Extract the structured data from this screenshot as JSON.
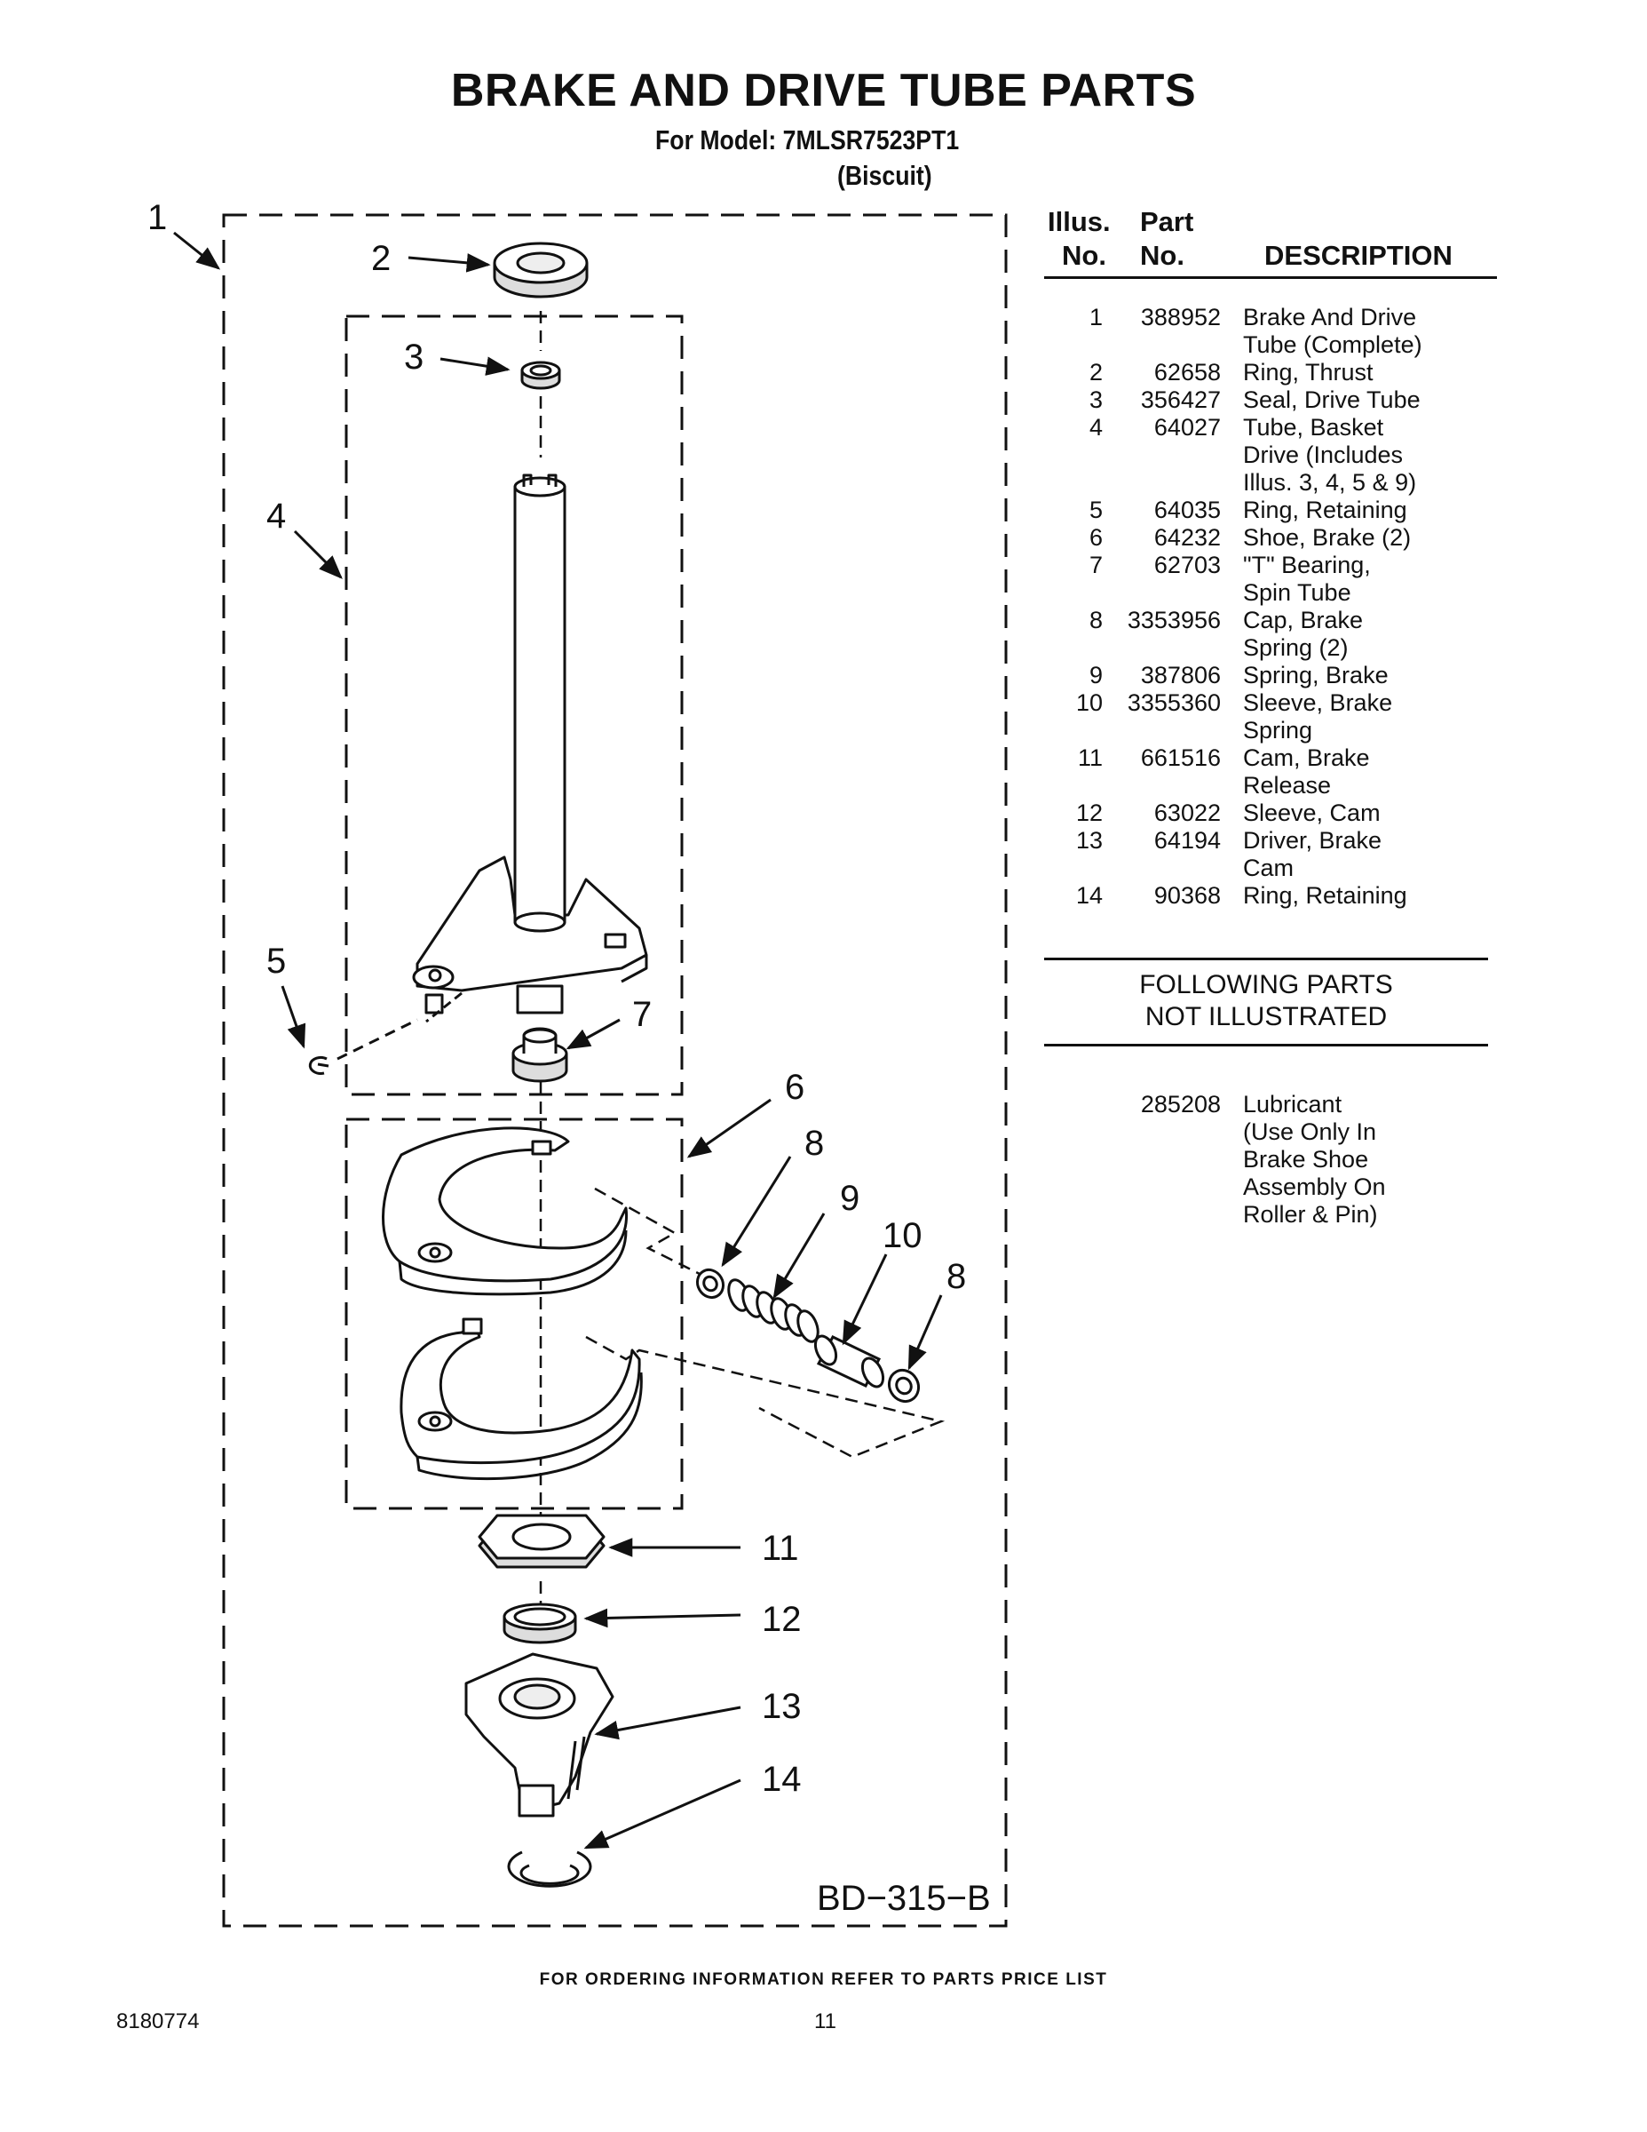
{
  "header": {
    "title": "BRAKE AND DRIVE TUBE PARTS",
    "model_line": "For Model: 7MLSR7523PT1",
    "color_line": "(Biscuit)"
  },
  "diagram": {
    "callouts": [
      "1",
      "2",
      "3",
      "4",
      "5",
      "6",
      "7",
      "8",
      "9",
      "10",
      "8",
      "11",
      "12",
      "13",
      "14"
    ],
    "code": "BD−315−B"
  },
  "table": {
    "col_illus": [
      "Illus.",
      "No."
    ],
    "col_part": [
      "Part",
      "No."
    ],
    "col_desc": "DESCRIPTION",
    "rows": [
      {
        "illus": "1",
        "part": "388952",
        "desc": [
          "Brake And Drive",
          "Tube (Complete)"
        ]
      },
      {
        "illus": "2",
        "part": "62658",
        "desc": [
          "Ring, Thrust"
        ]
      },
      {
        "illus": "3",
        "part": "356427",
        "desc": [
          "Seal, Drive Tube"
        ]
      },
      {
        "illus": "4",
        "part": "64027",
        "desc": [
          "Tube, Basket",
          "Drive (Includes",
          "Illus. 3, 4, 5 & 9)"
        ]
      },
      {
        "illus": "5",
        "part": "64035",
        "desc": [
          "Ring, Retaining"
        ]
      },
      {
        "illus": "6",
        "part": "64232",
        "desc": [
          "Shoe, Brake (2)"
        ]
      },
      {
        "illus": "7",
        "part": "62703",
        "desc": [
          "\"T\" Bearing,",
          "Spin Tube"
        ]
      },
      {
        "illus": "8",
        "part": "3353956",
        "desc": [
          "Cap, Brake",
          "Spring (2)"
        ]
      },
      {
        "illus": "9",
        "part": "387806",
        "desc": [
          "Spring, Brake"
        ]
      },
      {
        "illus": "10",
        "part": "3355360",
        "desc": [
          "Sleeve, Brake",
          "Spring"
        ]
      },
      {
        "illus": "11",
        "part": "661516",
        "desc": [
          "Cam, Brake",
          "Release"
        ]
      },
      {
        "illus": "12",
        "part": "63022",
        "desc": [
          "Sleeve, Cam"
        ]
      },
      {
        "illus": "13",
        "part": "64194",
        "desc": [
          "Driver, Brake",
          "Cam"
        ]
      },
      {
        "illus": "14",
        "part": "90368",
        "desc": [
          "Ring, Retaining"
        ]
      }
    ]
  },
  "not_illustrated": {
    "heading": [
      "FOLLOWING PARTS",
      "NOT ILLUSTRATED"
    ],
    "rows": [
      {
        "illus": "",
        "part": "285208",
        "desc": [
          "Lubricant",
          "(Use Only In",
          "Brake Shoe",
          "Assembly On",
          "Roller & Pin)"
        ]
      }
    ]
  },
  "footer": {
    "note": "FOR ORDERING INFORMATION REFER TO PARTS PRICE LIST",
    "doc_number": "8180774",
    "page_number": "11"
  }
}
